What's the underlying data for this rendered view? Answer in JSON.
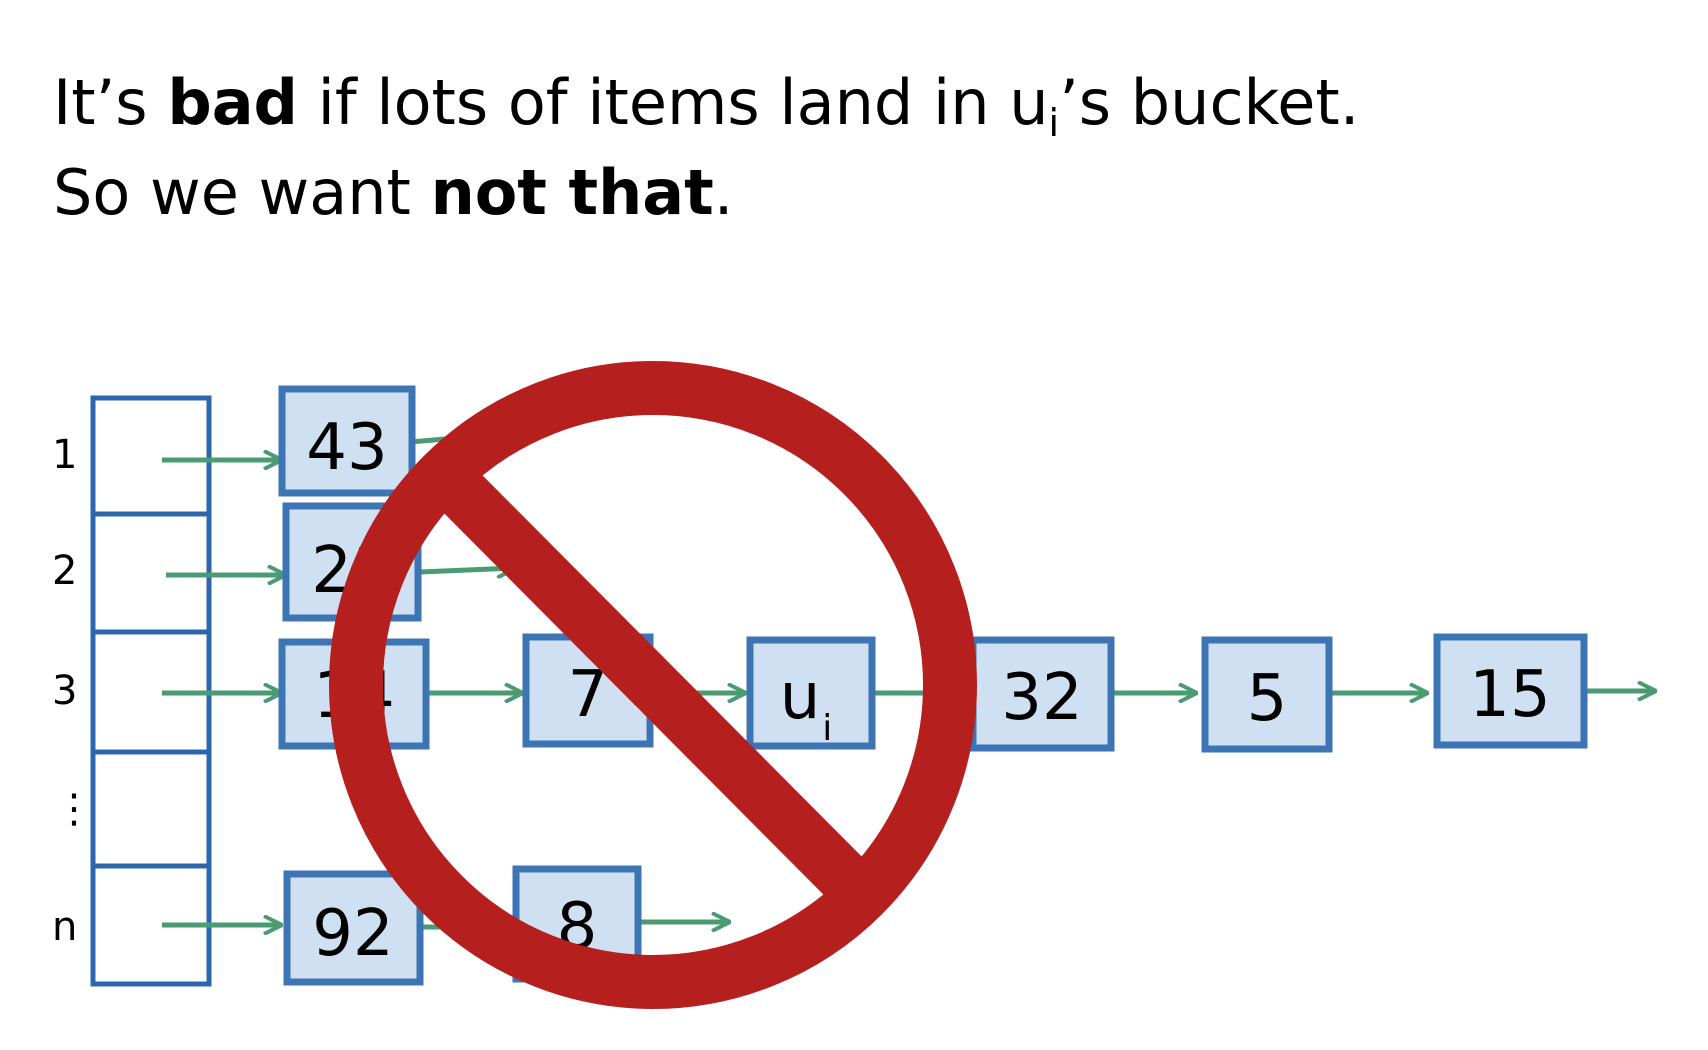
{
  "slide": {
    "line1": {
      "pre": "It’s ",
      "bold": "bad",
      "mid": " if lots of items land in u",
      "sub": "i",
      "post": "’s bucket."
    },
    "line2": {
      "pre": "So we want ",
      "bold": "not that",
      "post": "."
    }
  },
  "hash_table": {
    "row_labels": [
      "1",
      "2",
      "3",
      "⋮",
      "n"
    ]
  },
  "nodes": {
    "row1": [
      "43"
    ],
    "row2": [
      "21"
    ],
    "row3": [
      "14",
      "7",
      "u",
      "32",
      "5",
      "15"
    ],
    "row3_ui_sub": "i",
    "rown": [
      "92",
      "8"
    ]
  },
  "colors": {
    "node_fill": "#cfe0f3",
    "node_border": "#3d74b4",
    "arrow": "#4a9b73",
    "table_border": "#2e66ad",
    "prohibition": "#b51f1d"
  },
  "overlay": {
    "icon": "prohibition-sign-icon"
  }
}
